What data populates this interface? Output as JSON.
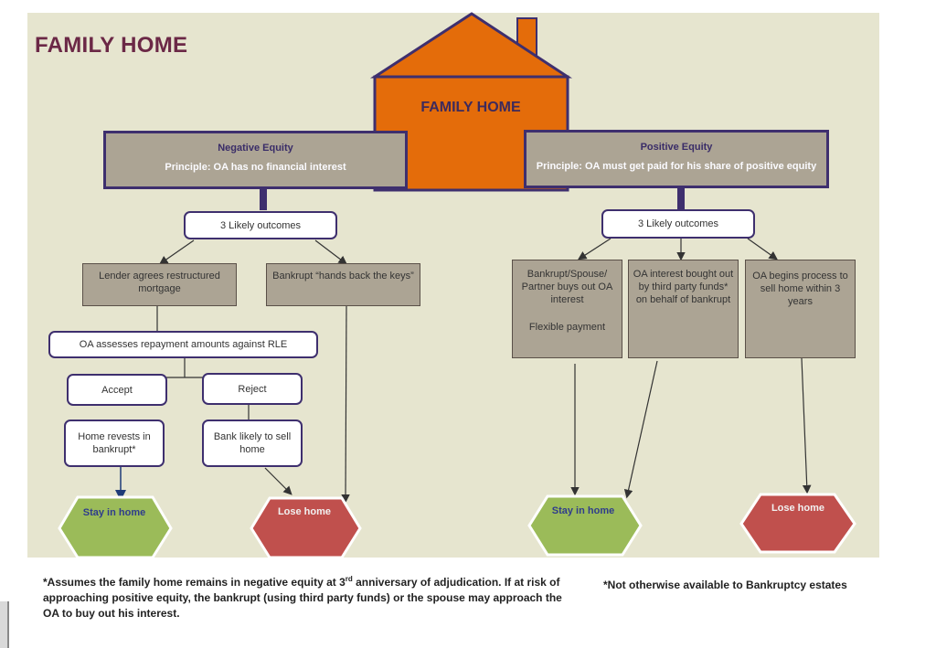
{
  "title": "FAMILY HOME",
  "house": {
    "label": "FAMILY HOME"
  },
  "colors": {
    "house": "#e46c0a",
    "frame": "#3e2f6e",
    "panel": "#e6e5cf",
    "green": "#9bbb59",
    "red": "#c0504d"
  },
  "negative": {
    "heading": "Negative Equity",
    "principle": "Principle: OA has no financial interest",
    "outcomes": "3 Likely outcomes",
    "lender": "Lender agrees restructured mortgage",
    "bankrupt": "Bankrupt “hands back the keys”",
    "assess": "OA assesses repayment amounts against RLE",
    "accept": "Accept",
    "reject": "Reject",
    "revests": "Home revests in bankrupt*",
    "bank_sell": "Bank likely to sell home",
    "stay": "Stay in home",
    "lose": "Lose home"
  },
  "positive": {
    "heading": "Positive Equity",
    "principle": "Principle: OA must get paid for his share of positive equity",
    "outcomes": "3 Likely outcomes",
    "buyout": "Bankrupt/Spouse/ Partner buys out OA interest",
    "flexible": "Flexible payment",
    "third_party": "OA interest bought out by third party funds* on behalf of bankrupt",
    "sell": "OA begins process to sell home within 3 years",
    "stay": "Stay in home",
    "lose": "Lose home"
  },
  "footnote": {
    "star": "*",
    "line1_pre": "Assumes the family home remains in negative equity at 3",
    "line1_sup": "rd",
    "line1_post": " anniversary of adjudication.  If at risk of",
    "line2": "approaching positive equity, the bankrupt (using third party funds) or the spouse may approach the",
    "line3": "OA to buy out his interest.",
    "right": "*Not otherwise available to Bankruptcy estates"
  }
}
